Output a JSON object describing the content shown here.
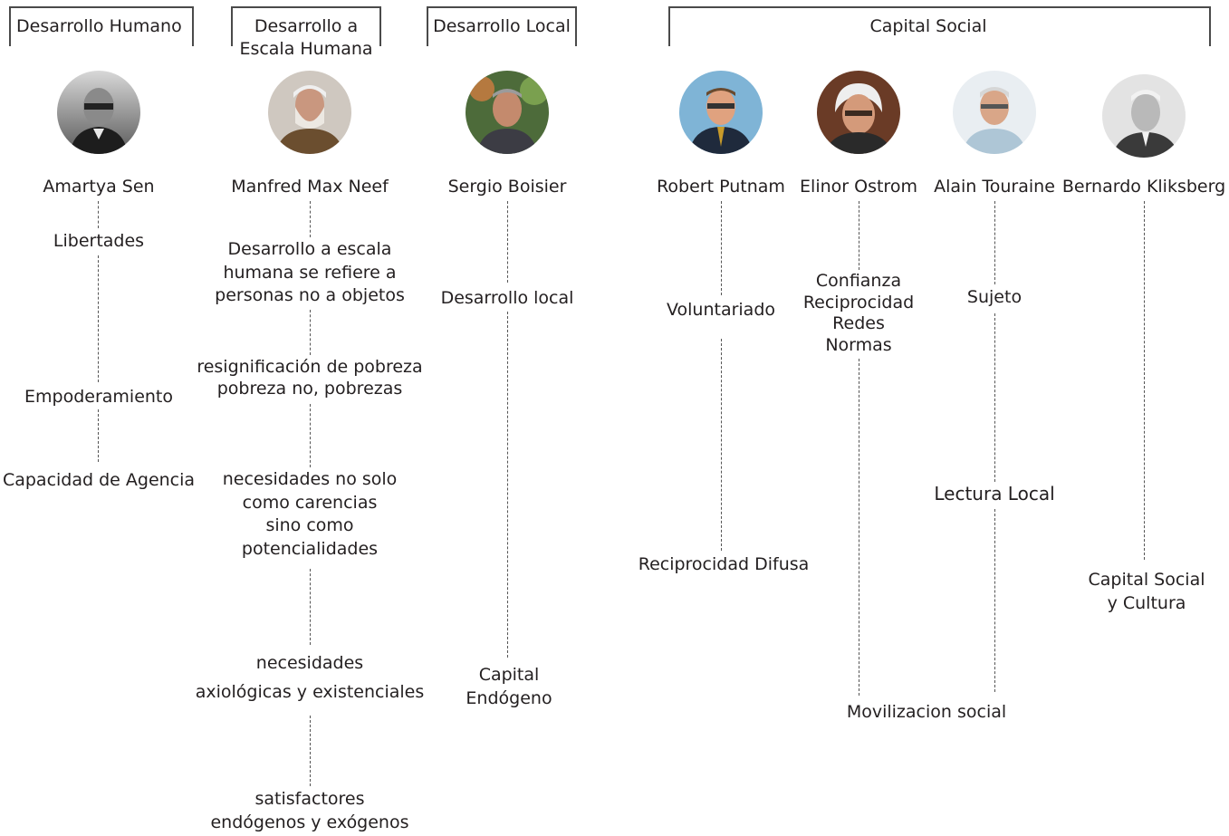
{
  "groups": {
    "humano": "Desarrollo Humano",
    "escala": [
      "Desarrollo a",
      "Escala Humana"
    ],
    "local": "Desarrollo Local",
    "capital": "Capital Social"
  },
  "people": {
    "sen": {
      "name": "Amartya Sen",
      "items": [
        [
          "Libertades"
        ],
        [
          "Empoderamiento"
        ],
        [
          "Capacidad de Agencia"
        ]
      ]
    },
    "maxneef": {
      "name": "Manfred Max Neef",
      "items": [
        [
          "Desarrollo a escala",
          "humana se refiere a",
          "personas no a objetos"
        ],
        [
          "resignificación de pobreza",
          "pobreza no, pobrezas"
        ],
        [
          "necesidades no solo",
          "como carencias",
          "sino como",
          "potencialidades"
        ],
        [
          "necesidades",
          "axiológicas y existenciales"
        ],
        [
          "satisfactores",
          "endógenos y exógenos"
        ]
      ]
    },
    "boisier": {
      "name": "Sergio Boisier",
      "items": [
        [
          "Desarrollo local"
        ],
        [
          "Capital",
          "Endógeno"
        ]
      ]
    },
    "putnam": {
      "name": "Robert Putnam",
      "items": [
        [
          "Voluntariado"
        ],
        [
          "Reciprocidad Difusa"
        ]
      ]
    },
    "ostrom": {
      "name": "Elinor Ostrom",
      "items": [
        [
          "Confianza",
          "Reciprocidad",
          "Redes",
          "Normas"
        ]
      ]
    },
    "touraine": {
      "name": "Alain Touraine",
      "items": [
        [
          "Sujeto"
        ],
        [
          "Lectura Local"
        ]
      ]
    },
    "kliksberg": {
      "name": "Bernardo Kliksberg",
      "items": [
        [
          "Capital Social",
          "y Cultura"
        ]
      ]
    }
  },
  "shared": {
    "movilizacion": "Movilizacion social"
  },
  "icons": {
    "sen": "portrait-photo",
    "maxneef": "portrait-photo",
    "boisier": "portrait-photo",
    "putnam": "portrait-photo",
    "ostrom": "portrait-photo",
    "touraine": "portrait-photo",
    "kliksberg": "portrait-photo"
  },
  "colors": {
    "line": "#555555",
    "text": "#231f20",
    "bracket": "#4a4a4a"
  }
}
